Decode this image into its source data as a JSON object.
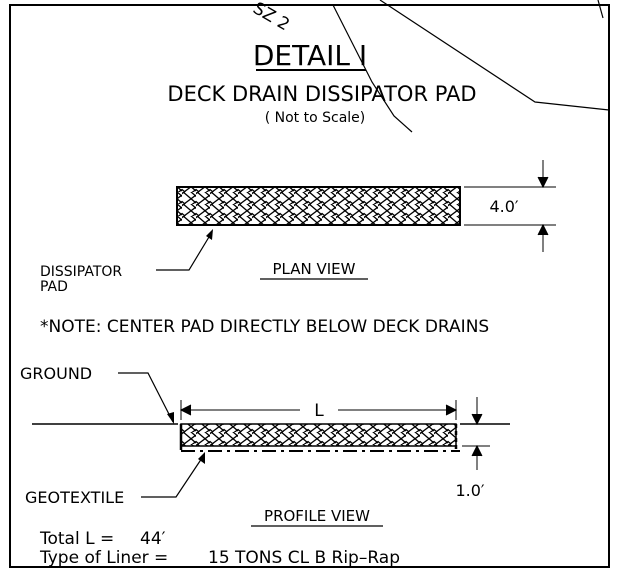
{
  "drawing": {
    "title": "DETAIL  I",
    "subtitle": "DECK  DRAIN  DISSIPATOR  PAD",
    "scale_note": "( Not to  Scale)",
    "stray_label": "SZ 2",
    "plan": {
      "label_line1": "DISSIPATOR",
      "label_line2": "PAD",
      "view_title": "PLAN  VIEW",
      "width_dim": "4.0′"
    },
    "note": "*NOTE: CENTER PAD  DIRECTLY BELOW  DECK DRAINS",
    "profile": {
      "ground_label": "GROUND",
      "geotextile_label": "GEOTEXTILE",
      "length_dim": "L",
      "thickness_dim": "1.0′",
      "view_title": "PROFILE  VIEW"
    },
    "table": {
      "total_l_label": "Total L =",
      "total_l_value": "44′",
      "liner_label": "Type  of Liner =",
      "liner_value": "15  TONS   CL  B  Rip–Rap"
    }
  }
}
